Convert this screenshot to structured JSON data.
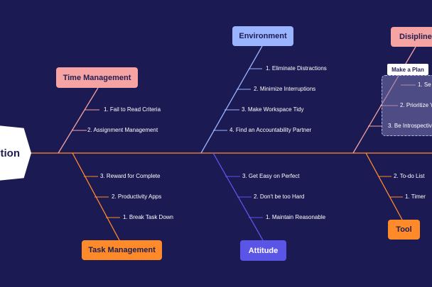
{
  "effect": {
    "label": "tion"
  },
  "categories": {
    "time_management": {
      "label": "Time Management",
      "items": [
        "1. Fail to Read Criteria",
        "2. Assignment Management"
      ]
    },
    "environment": {
      "label": "Environment",
      "items": [
        "1. Eliminate Distractions",
        "2. Minimize Interruptions",
        "3. Make Workspace Tidy",
        "4. Find an Accountability Partner"
      ]
    },
    "discipline": {
      "label": "Disipline"
    },
    "task_management": {
      "label": "Task Management",
      "items": [
        "3. Reward for Complete",
        "2. Productivity Apps",
        "1. Break Task Down"
      ]
    },
    "attitude": {
      "label": "Attitude",
      "items": [
        "3. Get Easy on Perfect",
        "2. Don't be too Hard",
        "1. Maintain Reasonable"
      ]
    },
    "tool": {
      "label": "Tool",
      "items": [
        "2. To-do List",
        "1. Timer"
      ]
    }
  },
  "make_a_plan": {
    "label": "Make a Plan",
    "items": [
      "1. Se",
      "2. Prioritize Y",
      "3. Be Introspectiv"
    ]
  },
  "colors": {
    "background": "#1b1a52",
    "spine": "#ff8a2a",
    "bone_top_left": "#f5a3a3",
    "bone_top_center": "#9ab4ff",
    "bone_bottom_left": "#ff8a2a",
    "bone_bottom_center": "#5a55e6"
  }
}
